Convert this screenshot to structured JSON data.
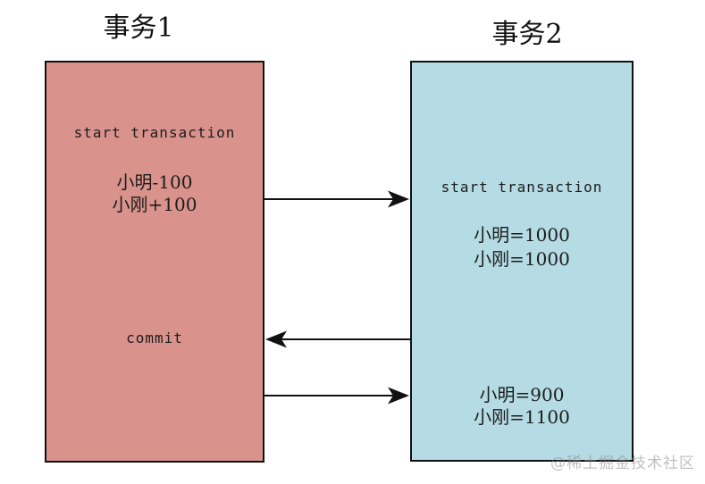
{
  "titles": {
    "left": "事务1",
    "right": "事务2"
  },
  "left_box": {
    "start": "start transaction",
    "op1": "小明-100",
    "op2": "小刚+100",
    "commit": "commit"
  },
  "right_box": {
    "start": "start transaction",
    "read1": "小明=1000",
    "read2": "小刚=1000",
    "read3": "小明=900",
    "read4": "小刚=1100"
  },
  "watermark": "@稀土掘金技术社区",
  "colors": {
    "left_box_bg": "#d9938c",
    "right_box_bg": "#b5dbe4",
    "border": "#111111",
    "arrow": "#111111",
    "watermark": "#8c8c8c"
  }
}
